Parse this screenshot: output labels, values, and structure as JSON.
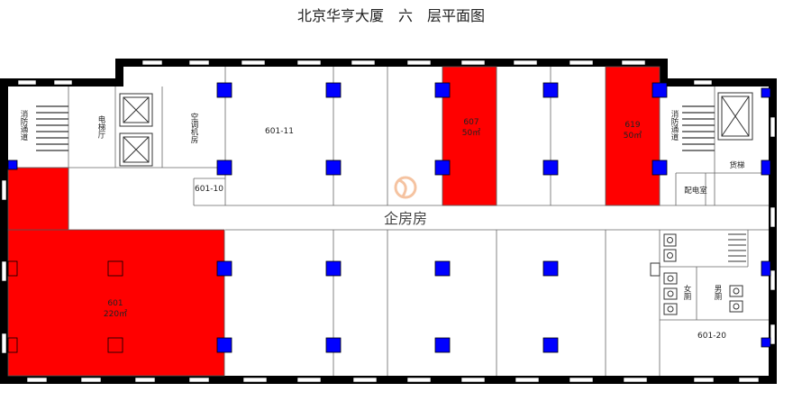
{
  "title": "北京华亨大厦　六　层平面图",
  "rooms": {
    "r601": {
      "id": "601",
      "area": "220㎡"
    },
    "r607": {
      "id": "607",
      "area": "50㎡"
    },
    "r619": {
      "id": "619",
      "area": "50㎡"
    },
    "r601_11": "601-11",
    "r601_10": "601-10",
    "r601_20": "601-20"
  },
  "labels": {
    "stair_left": "消防通道",
    "elevator_hall": "电梯厅",
    "ac_room": "空调机房",
    "stair_right": "消防通道",
    "freight_elevator": "货梯",
    "power_room": "配电室",
    "women_wc": "女厕",
    "men_wc": "男厕"
  },
  "watermark": "企房房",
  "colors": {
    "leased": "#ff0000",
    "column": "#0000ff",
    "wall": "#000000",
    "watermark": "#f3b58a"
  }
}
